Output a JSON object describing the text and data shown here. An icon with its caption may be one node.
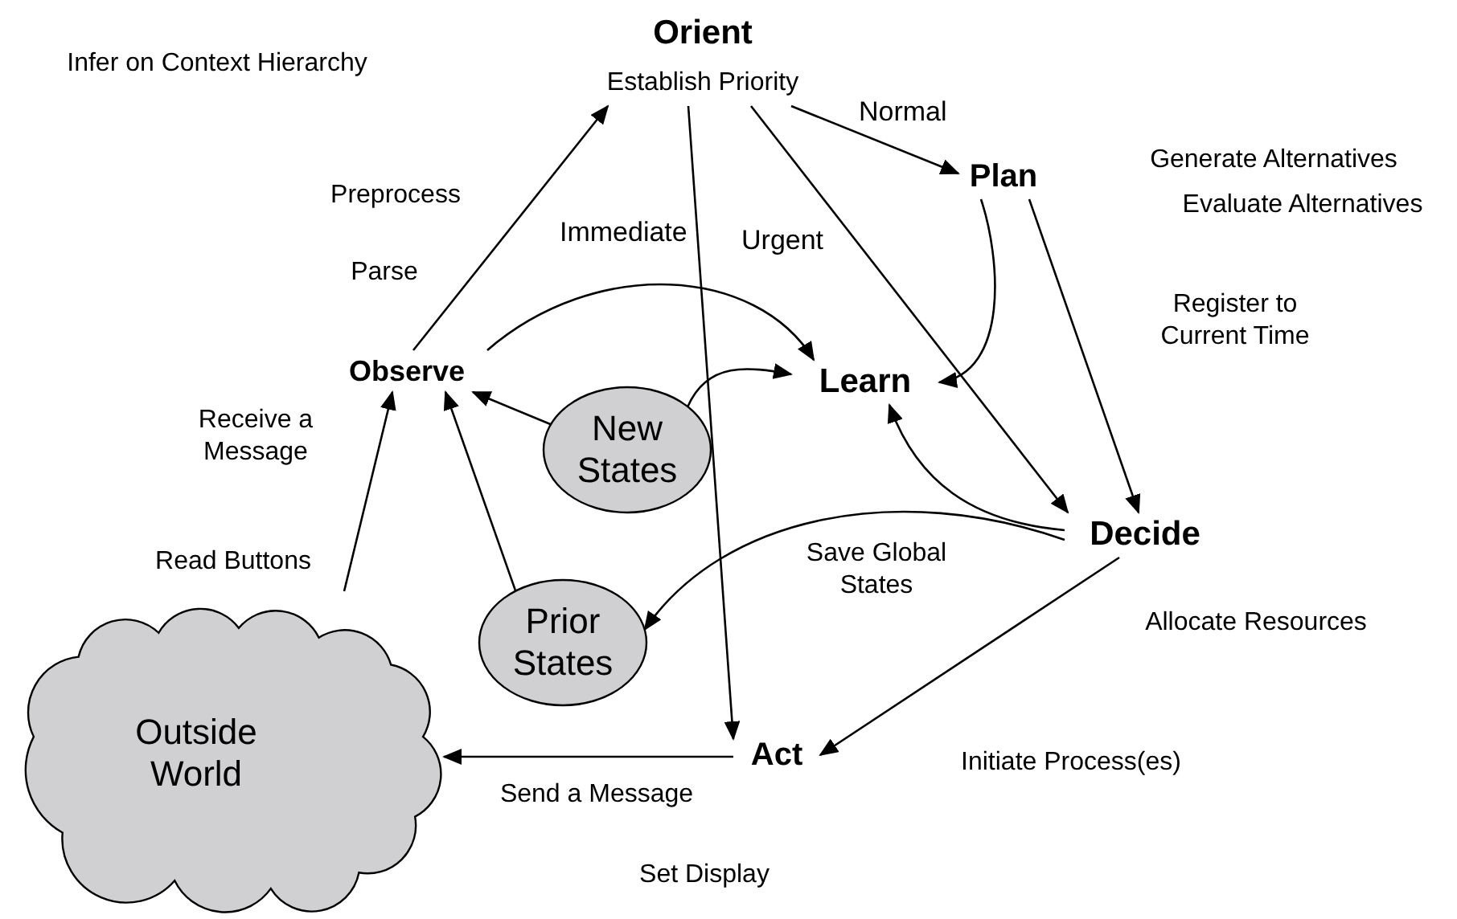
{
  "diagram": {
    "nodes": [
      {
        "text": [
          "Orient",
          "Establish Priority"
        ]
      },
      {
        "text": [
          "Plan"
        ]
      },
      {
        "text": [
          "Observe"
        ]
      },
      {
        "text": [
          "Learn"
        ]
      },
      {
        "text": [
          "New States"
        ]
      },
      {
        "text": [
          "Decide"
        ]
      },
      {
        "text": [
          "Prior States"
        ]
      },
      {
        "text": [
          "Outside World"
        ]
      },
      {
        "text": [
          "Act"
        ]
      }
    ],
    "edges": [
      {
        "from": 2,
        "to": 0,
        "arrow": "to"
      },
      {
        "from": 0,
        "to": 1,
        "arrow": "to",
        "label": "Normal"
      },
      {
        "from": 0,
        "to": 8,
        "arrow": "to",
        "label": "Immediate"
      },
      {
        "from": 0,
        "to": 5,
        "arrow": "to",
        "label": "Urgent"
      },
      {
        "from": 1,
        "to": 3,
        "arrow": "to"
      },
      {
        "from": 1,
        "to": 5,
        "arrow": "to"
      },
      {
        "from": 2,
        "to": 3,
        "arrow": "to"
      },
      {
        "from": 4,
        "to": 3,
        "arrow": "to"
      },
      {
        "from": 4,
        "to": 2,
        "arrow": "to"
      },
      {
        "from": 6,
        "to": 2,
        "arrow": "to"
      },
      {
        "from": 5,
        "to": 3,
        "arrow": "to"
      },
      {
        "from": 5,
        "to": 6,
        "arrow": "to"
      },
      {
        "from": 5,
        "to": 8,
        "arrow": "to"
      },
      {
        "from": 8,
        "to": 7,
        "arrow": "to"
      },
      {
        "from": 7,
        "to": 2,
        "arrow": "to"
      }
    ],
    "labels": [
      "Infer on Context Hierarchy",
      "Generate Alternatives",
      "Preprocess",
      "Evaluate Alternatives",
      "Parse",
      "Register to Current Time",
      "Receive a Message",
      "Read Buttons",
      "Save Global States",
      "Allocate Resources",
      "Initiate Process(es)",
      "Send a Message",
      "Set Display"
    ]
  }
}
